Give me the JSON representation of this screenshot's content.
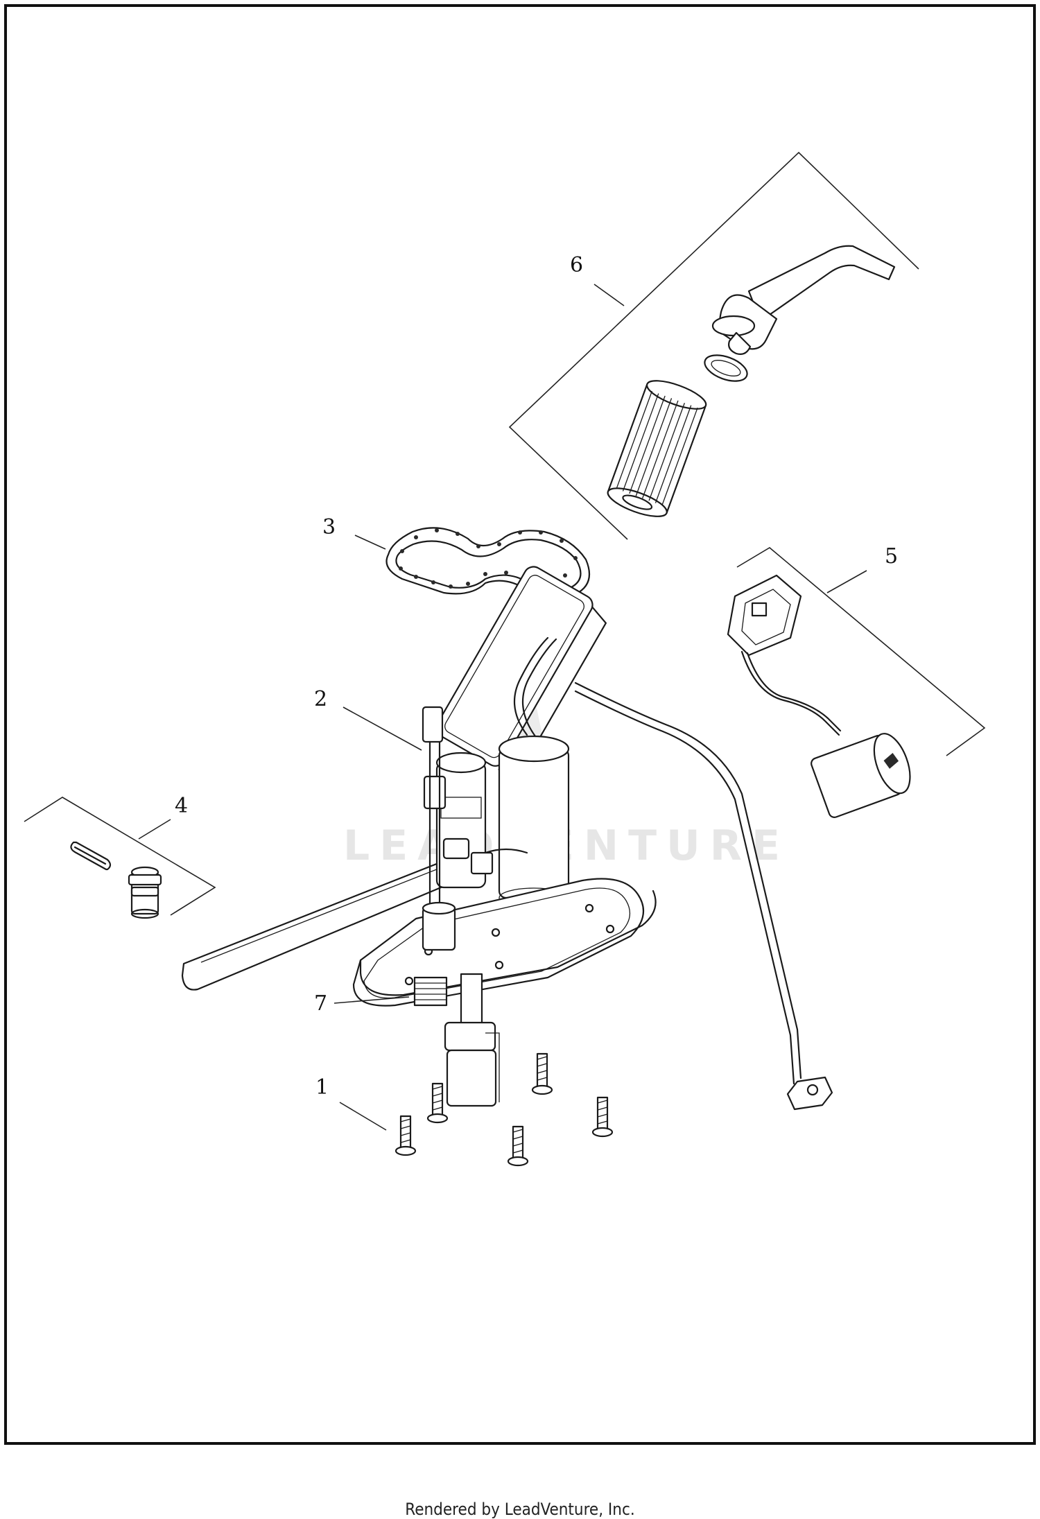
{
  "watermark": "LEADVENTURE",
  "callouts": [
    {
      "id": "1",
      "label": "1"
    },
    {
      "id": "2",
      "label": "2"
    },
    {
      "id": "3",
      "label": "3"
    },
    {
      "id": "4",
      "label": "4"
    },
    {
      "id": "5",
      "label": "5"
    },
    {
      "id": "6",
      "label": "6"
    },
    {
      "id": "7",
      "label": "7"
    }
  ],
  "footer": "Rendered by LeadVenture, Inc."
}
